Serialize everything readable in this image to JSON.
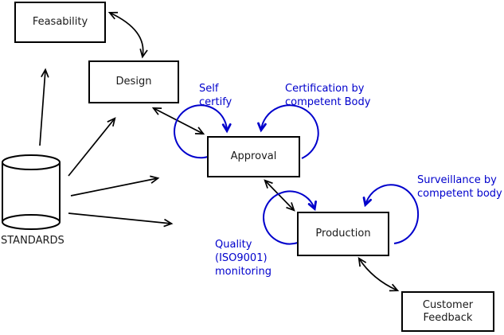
{
  "diagram_title": "Product lifecycle conformity-assessment diagram",
  "colors": {
    "annotation_blue": "#0000cc",
    "line_black": "#000000",
    "background": "#ffffff"
  },
  "nodes": {
    "feasibility": {
      "label": "Feasability"
    },
    "design": {
      "label": "Design"
    },
    "approval": {
      "label": "Approval"
    },
    "production": {
      "label": "Production"
    },
    "customer_feedback": {
      "label": "Customer\nFeedback"
    },
    "standards": {
      "label": "STANDARDS",
      "shape": "cylinder"
    }
  },
  "annotations": {
    "self_certify": {
      "text": "Self\ncertify",
      "attached_to": "approval"
    },
    "certification": {
      "text": "Certification by\ncompetent Body",
      "attached_to": "approval"
    },
    "surveillance": {
      "text": "Surveillance by\ncompetent body",
      "attached_to": "production"
    },
    "quality": {
      "text": "Quality\n(ISO9001)\nmonitoring",
      "attached_to": "production"
    }
  },
  "edges": [
    {
      "from": "feasibility",
      "to": "design",
      "bidirectional": true,
      "style": "curved-black"
    },
    {
      "from": "design",
      "to": "approval",
      "bidirectional": true,
      "style": "straight-black"
    },
    {
      "from": "approval",
      "to": "production",
      "bidirectional": true,
      "style": "straight-black"
    },
    {
      "from": "production",
      "to": "customer_feedback",
      "bidirectional": true,
      "style": "curved-black"
    },
    {
      "from": "standards",
      "to": "feasibility",
      "bidirectional": false,
      "style": "straight-black"
    },
    {
      "from": "standards",
      "to": "design",
      "bidirectional": false,
      "style": "straight-black"
    },
    {
      "from": "standards",
      "to": "approval",
      "bidirectional": false,
      "style": "straight-black"
    },
    {
      "from": "standards",
      "to": "production",
      "bidirectional": false,
      "style": "straight-black"
    },
    {
      "from": "approval",
      "to": "approval",
      "loop": "left",
      "color": "blue",
      "label_ref": "self_certify"
    },
    {
      "from": "approval",
      "to": "approval",
      "loop": "right",
      "color": "blue",
      "label_ref": "certification"
    },
    {
      "from": "production",
      "to": "production",
      "loop": "left",
      "color": "blue",
      "label_ref": "quality"
    },
    {
      "from": "production",
      "to": "production",
      "loop": "right",
      "color": "blue",
      "label_ref": "surveillance"
    }
  ]
}
